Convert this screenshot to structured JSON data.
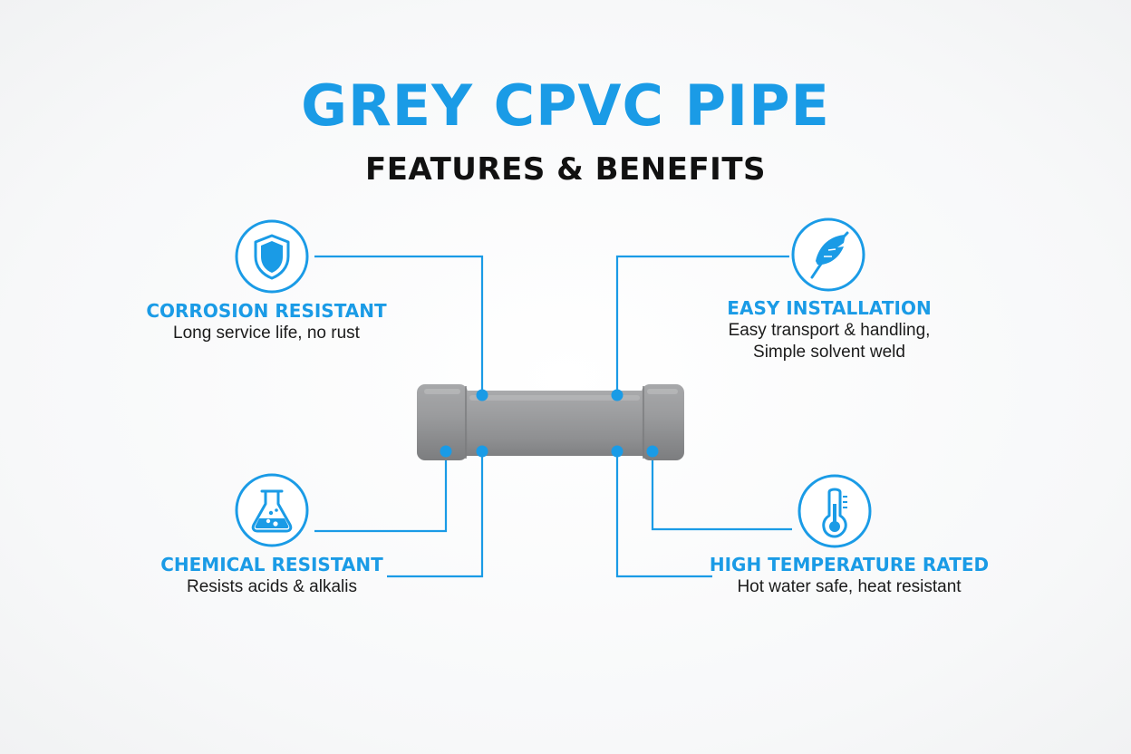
{
  "header": {
    "title": "GREY CPVC PIPE",
    "subtitle": "FEATURES & BENEFITS"
  },
  "colors": {
    "accent": "#1a9be6",
    "pipe": "#9a9b9d",
    "text": "#111111"
  },
  "features": {
    "corrosion": {
      "icon": "shield-icon",
      "title": "CORROSION RESISTANT",
      "desc_lines": [
        "Long service life, no rust"
      ]
    },
    "installation": {
      "icon": "feather-icon",
      "title": "EASY INSTALLATION",
      "desc_lines": [
        "Easy transport & handling,",
        "Simple solvent weld"
      ]
    },
    "chemical": {
      "icon": "flask-icon",
      "title": "CHEMICAL RESISTANT",
      "desc_lines": [
        "Resists acids & alkalis"
      ]
    },
    "temperature": {
      "icon": "thermometer-icon",
      "title": "HIGH TEMPERATURE RATED",
      "desc_lines": [
        "Hot water safe, heat resistant"
      ]
    }
  }
}
